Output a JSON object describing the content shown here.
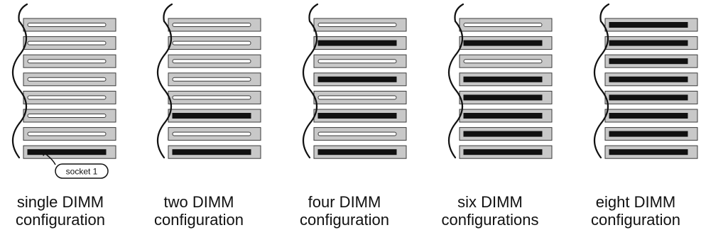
{
  "colors": {
    "slot_fill": "#c8c8c8",
    "slot_stroke": "#3a3a3a",
    "channel_empty": "#ffffff",
    "dimm_filled": "#111111",
    "line": "#111111",
    "background": "#ffffff"
  },
  "slots_per_board": 8,
  "callout": {
    "label": "socket 1"
  },
  "configurations": [
    {
      "caption_line1": "single DIMM",
      "caption_line2": "configuration",
      "filled_slots": [
        8
      ]
    },
    {
      "caption_line1": "two DIMM",
      "caption_line2": "configuration",
      "filled_slots": [
        6,
        8
      ]
    },
    {
      "caption_line1": "four DIMM",
      "caption_line2": "configuration",
      "filled_slots": [
        2,
        4,
        6,
        8
      ]
    },
    {
      "caption_line1": "six DIMM",
      "caption_line2": "configurations",
      "filled_slots": [
        2,
        4,
        5,
        6,
        7,
        8
      ]
    },
    {
      "caption_line1": "eight DIMM",
      "caption_line2": "configuration",
      "filled_slots": [
        1,
        2,
        3,
        4,
        5,
        6,
        7,
        8
      ]
    }
  ]
}
